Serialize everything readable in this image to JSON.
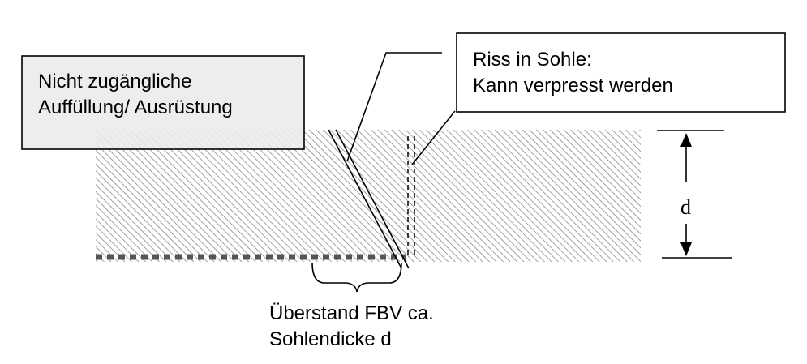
{
  "labels": {
    "inaccessible_line1": "Nicht zugängliche",
    "inaccessible_line2": "Auffüllung/ Ausrüstung",
    "crack_line1": "Riss in Sohle:",
    "crack_line2": "Kann verpresst werden",
    "overhang_line1": "Überstand FBV ca.",
    "overhang_line2": "Sohlendicke d",
    "thickness_symbol": "d"
  },
  "colors": {
    "hatch_stroke": "#8a8a8a",
    "inaccessible_box_fill": "#ebebeb",
    "dashed_seal_line": "#555555",
    "line": "#000000"
  }
}
